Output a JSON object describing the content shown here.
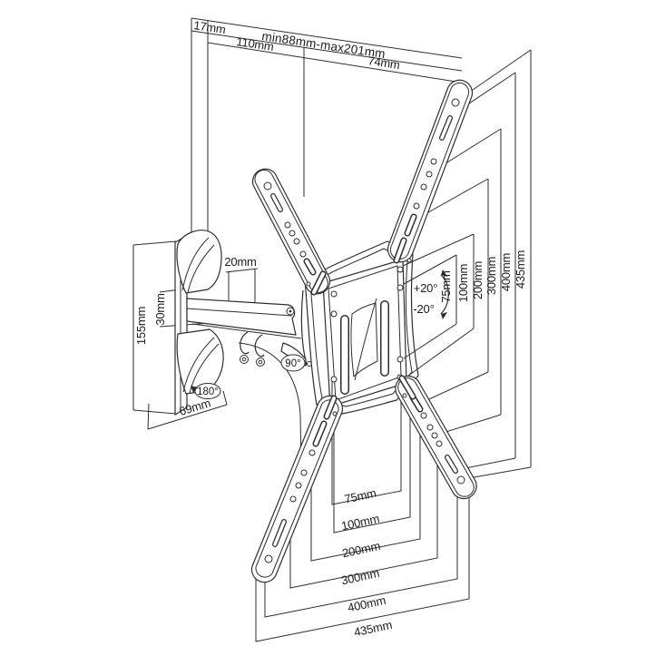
{
  "diagram_title": "Articulating TV wall mount dimensional drawing",
  "colors": {
    "line": "#2e2e2e",
    "background": "#ffffff",
    "text": "#1c1c1c"
  },
  "labels": {
    "top": {
      "wall_offset": "17mm",
      "arm_depth": "110mm",
      "extension_range": "min88mm-max201mm",
      "head_depth": "74mm"
    },
    "left": {
      "wall_plate_height": "155mm",
      "arm_gap": "30mm",
      "pivot_offset": "20mm",
      "wall_plate_width": "69mm"
    },
    "angles": {
      "wall_swivel": "180°",
      "head_swivel": "90°",
      "tilt_up": "+20°",
      "tilt_down": "-20°"
    },
    "vesa_vertical": [
      "75mm",
      "100mm",
      "200mm",
      "300mm",
      "400mm",
      "435mm"
    ],
    "vesa_horizontal": [
      "75mm",
      "100mm",
      "200mm",
      "300mm",
      "400mm",
      "435mm"
    ]
  }
}
